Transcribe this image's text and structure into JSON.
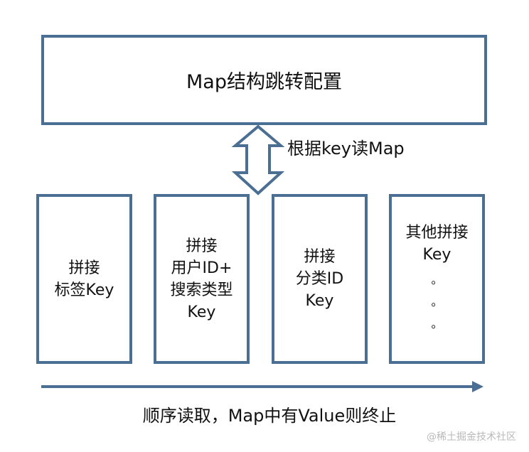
{
  "diagram": {
    "top_box": {
      "title": "Map结构跳转配置"
    },
    "arrow_label": "根据key读Map",
    "columns": [
      {
        "text": "拼接\n标签Key"
      },
      {
        "text": "拼接\n用户ID+\n搜索类型\nKey"
      },
      {
        "text": "拼接\n分类ID\nKey"
      },
      {
        "text": "其他拼接\nKey",
        "dots": [
          "。",
          "。",
          "。"
        ]
      }
    ],
    "bottom_label": "顺序读取，Map中有Value则终止",
    "watermark": "@稀土掘金技术社区",
    "colors": {
      "box_border": "#4a6f92",
      "arrow": "#4a6f92"
    }
  }
}
